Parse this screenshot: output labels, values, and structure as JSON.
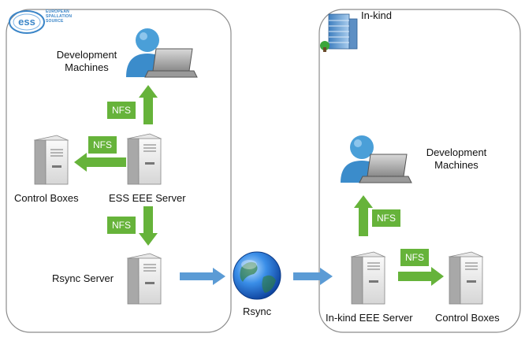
{
  "logo": {
    "text": "ess",
    "subtitle_lines": [
      "EUROPEAN",
      "SPALLATION",
      "SOURCE"
    ]
  },
  "left_panel": {
    "dev_machines_line1": "Development",
    "dev_machines_line2": "Machines",
    "control_boxes": "Control Boxes",
    "server": "ESS EEE Server",
    "rsync_server": "Rsync Server"
  },
  "right_panel": {
    "title": "In-kind",
    "dev_machines_line1": "Development",
    "dev_machines_line2": "Machines",
    "server": "In-kind EEE Server",
    "control_boxes": "Control Boxes"
  },
  "rsync_globe_label": "Rsync",
  "nfs_labels": {
    "up": "NFS",
    "left": "NFS",
    "down": "NFS",
    "right_up": "NFS",
    "right_right": "NFS"
  },
  "colors": {
    "nfs_green": "#66b33a",
    "rsync_arrow_blue": "#5b9bd5",
    "panel_border": "#8c8c8c",
    "user_icon_blue": "#4a9fd8"
  }
}
